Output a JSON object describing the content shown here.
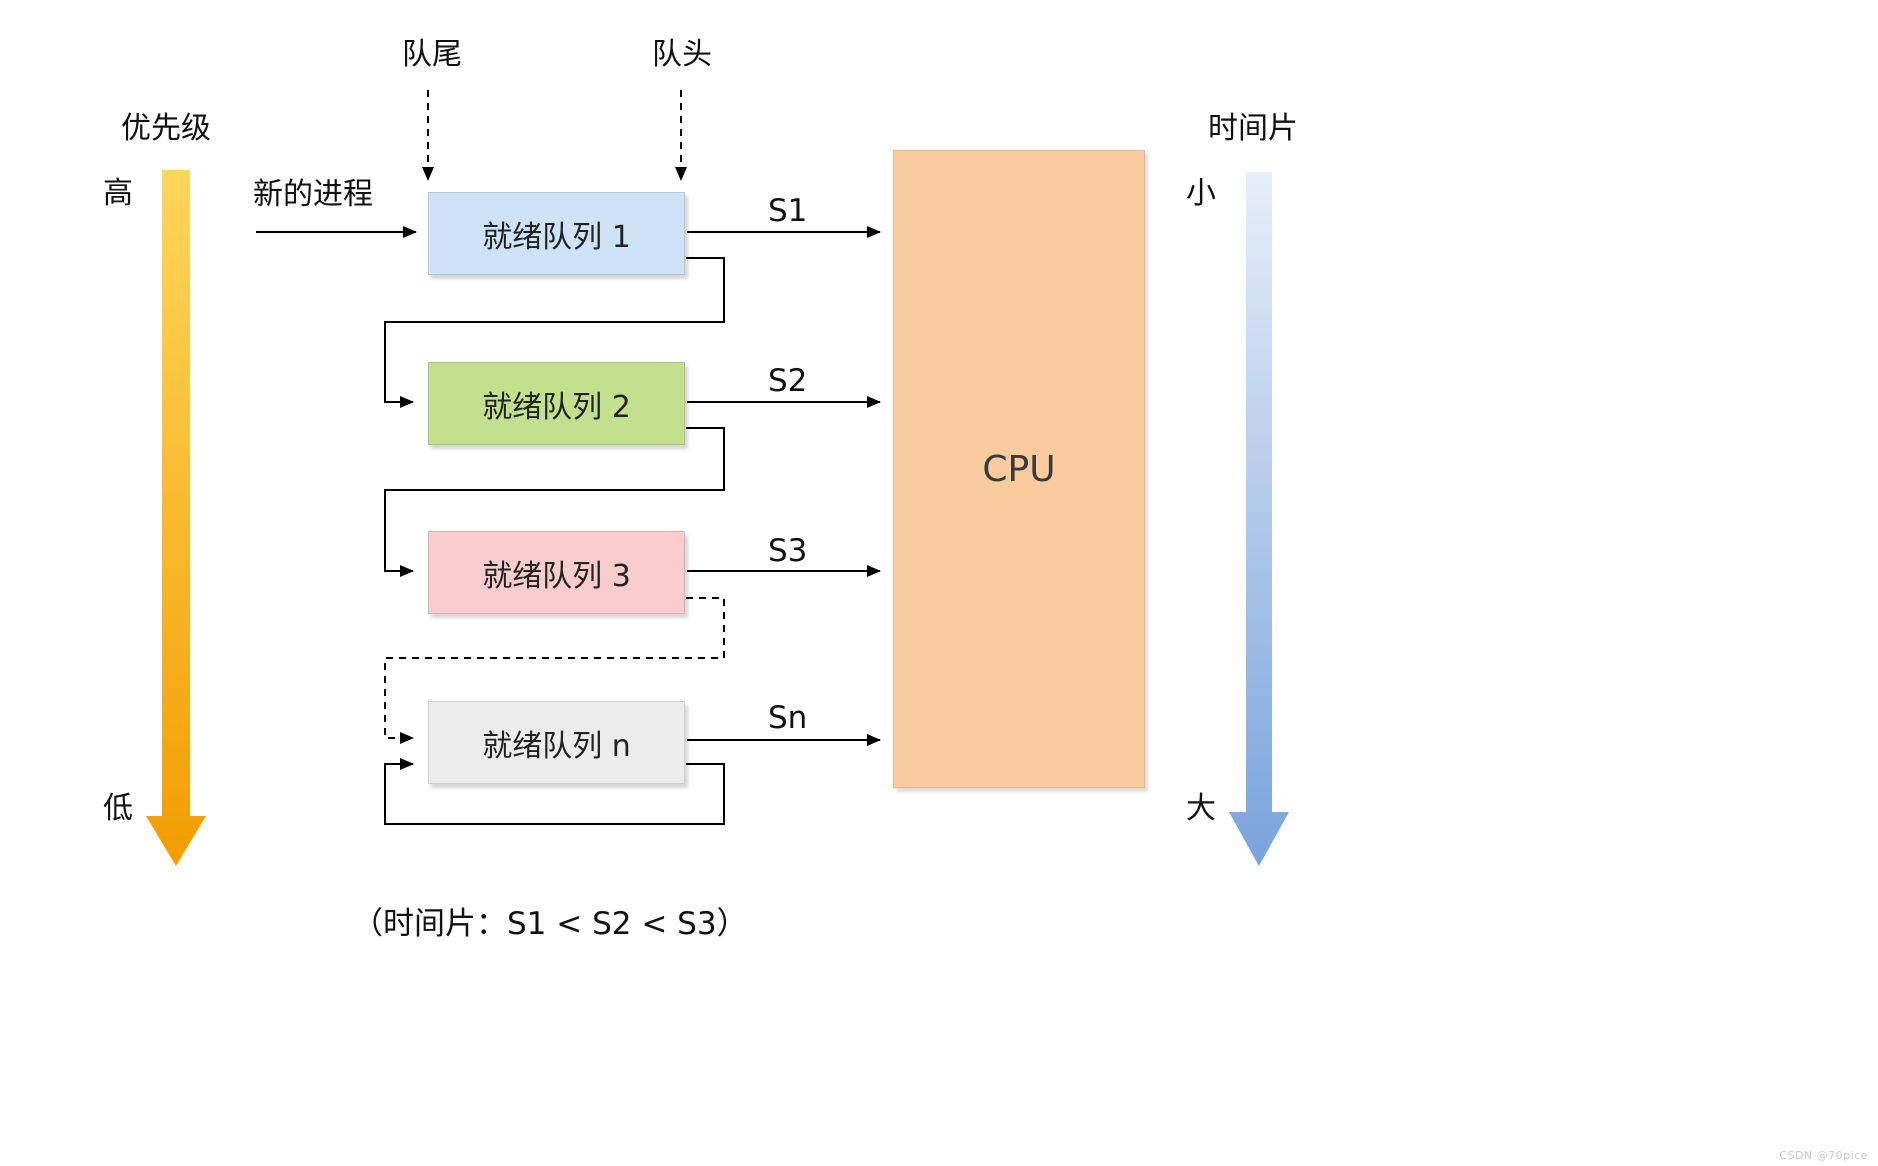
{
  "labels": {
    "queue_tail": "队尾",
    "queue_head": "队头",
    "priority": "优先级",
    "priority_high": "高",
    "priority_low": "低",
    "new_process": "新的进程",
    "time_slice": "时间片",
    "time_small": "小",
    "time_large": "大",
    "caption": "（时间片：S1 < S2 < S3）",
    "watermark": "CSDN @70pice"
  },
  "queues": [
    {
      "label": "就绪队列 1",
      "slice": "S1",
      "color": "#cfe3f6"
    },
    {
      "label": "就绪队列 2",
      "slice": "S2",
      "color": "#c3e08e"
    },
    {
      "label": "就绪队列 3",
      "slice": "S3",
      "color": "#f9cdcd"
    },
    {
      "label": "就绪队列 n",
      "slice": "Sn",
      "color": "#ececec"
    }
  ],
  "cpu": {
    "label": "CPU",
    "color": "#f9cb9e"
  },
  "colors": {
    "priority_top": "#ffd65a",
    "priority_bottom": "#f29d02",
    "time_top": "#e7eef9",
    "time_bottom": "#78a3db",
    "line": "#000000"
  }
}
